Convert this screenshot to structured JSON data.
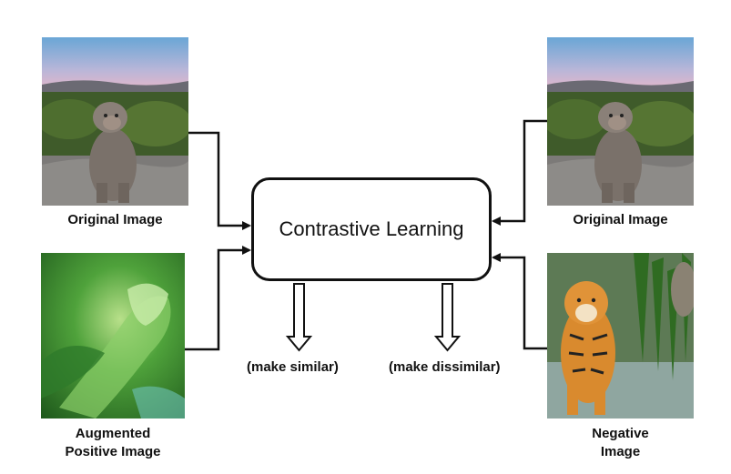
{
  "center": {
    "label": "Contrastive Learning"
  },
  "images": {
    "top_left": {
      "caption": "Original Image",
      "subject": "monkey-photo"
    },
    "bottom_left": {
      "caption_line1": "Augmented",
      "caption_line2": "Positive Image",
      "subject": "augmented-monkey-photo"
    },
    "top_right": {
      "caption": "Original Image",
      "subject": "monkey-photo"
    },
    "bottom_right": {
      "caption_line1": "Negative",
      "caption_line2": "Image",
      "subject": "tiger-photo"
    }
  },
  "outputs": {
    "similar": "(make similar)",
    "dissimilar": "(make dissimilar)"
  }
}
